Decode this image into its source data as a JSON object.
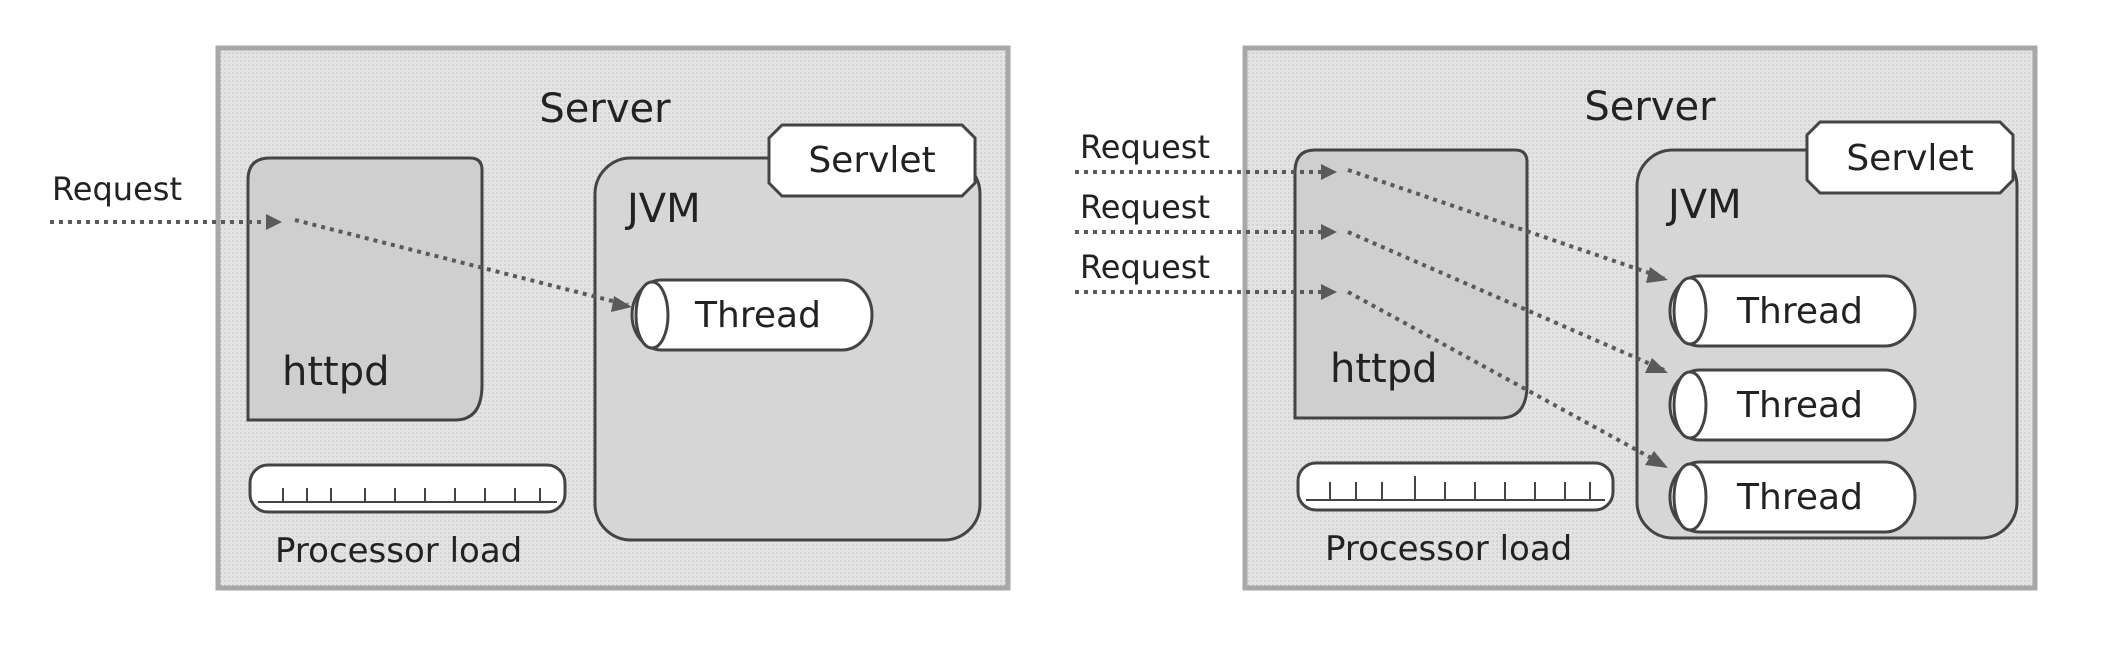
{
  "colors": {
    "panel_fill": "#e3e3e3",
    "panel_border": "#a8a8a8",
    "httpd_fill": "#cfcfcf",
    "jvm_fill": "#d6d6d6",
    "box_border": "#444444",
    "white": "#ffffff",
    "arrow": "#5a5a5a"
  },
  "panels": [
    {
      "server_label": "Server",
      "servlet_label": "Servlet",
      "jvm_label": "JVM",
      "httpd_label": "httpd",
      "processor_load_label": "Processor load",
      "requests": [
        "Request"
      ],
      "threads": [
        "Thread"
      ]
    },
    {
      "server_label": "Server",
      "servlet_label": "Servlet",
      "jvm_label": "JVM",
      "httpd_label": "httpd",
      "processor_load_label": "Processor load",
      "requests": [
        "Request",
        "Request",
        "Request"
      ],
      "threads": [
        "Thread",
        "Thread",
        "Thread"
      ]
    }
  ],
  "icons": {
    "thread_shape": "cylinder-icon",
    "load_gauge": "load-bar-icon",
    "arrow_head": "arrow-head-icon"
  }
}
